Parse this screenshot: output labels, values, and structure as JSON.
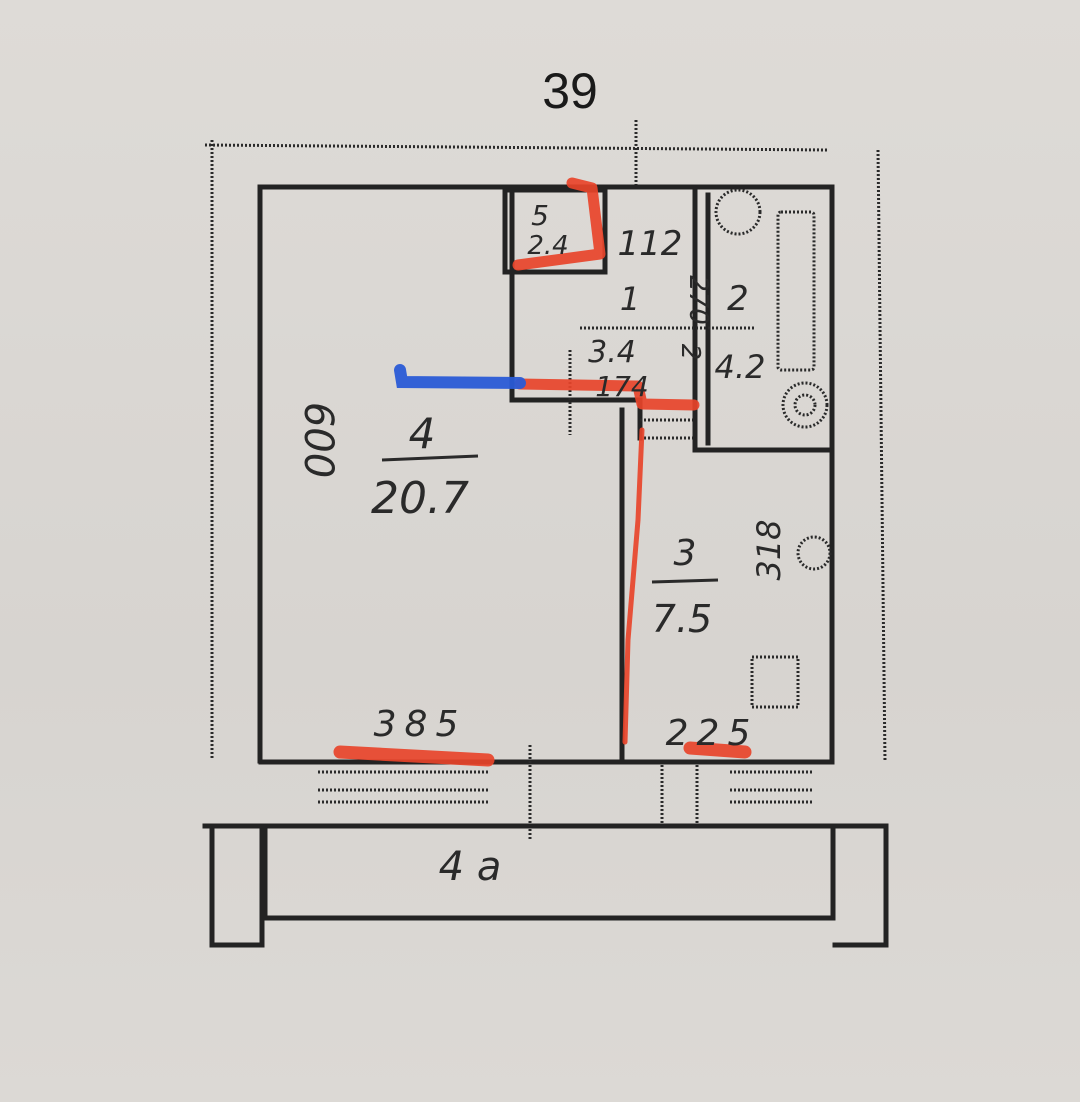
{
  "plan": {
    "top_dimension": "39",
    "left_dimension": "600",
    "colors": {
      "paper": "#d9d6d2",
      "line": "#232323",
      "red_marker": "#e8442a",
      "blue_marker": "#2a5bd6"
    }
  },
  "rooms": {
    "living": {
      "number": "4",
      "area": "20.7"
    },
    "bath": {
      "number": "2",
      "area": "4.2"
    },
    "kitchen": {
      "number": "3",
      "area": "7.5"
    },
    "hall": {
      "number": "1",
      "area": "3.4"
    },
    "closet_label": "5",
    "closet_area": "2.4",
    "balcony_label": "4 a"
  },
  "dimensions": {
    "hall_top": "112",
    "hall_mid": "270",
    "hall_gap": "2",
    "hall_low": "174",
    "living_bottom": "385",
    "kitchen_bottom": "225",
    "kitchen_right": "318"
  }
}
